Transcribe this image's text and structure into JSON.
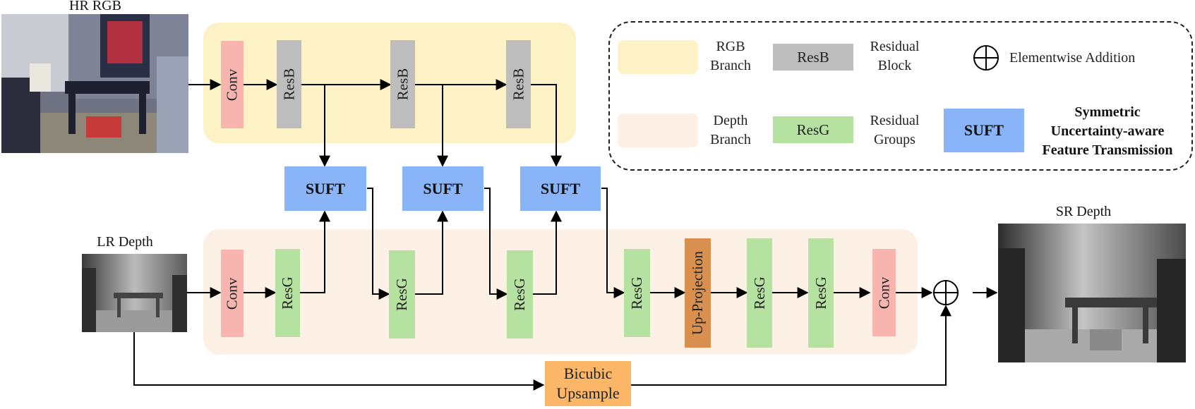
{
  "labels": {
    "hr_rgb": "HR RGB",
    "lr_depth": "LR Depth",
    "sr_depth": "SR Depth"
  },
  "blocks": {
    "conv": "Conv",
    "resb": "ResB",
    "resg": "ResG",
    "suft": "SUFT",
    "up_projection": "Up-Projection",
    "bicubic_line1": "Bicubic",
    "bicubic_line2": "Upsample"
  },
  "legend": {
    "rgb_branch": [
      "RGB",
      "Branch"
    ],
    "depth_branch": [
      "Depth",
      "Branch"
    ],
    "resb_swatch": "ResB",
    "resb_desc": [
      "Residual",
      "Block"
    ],
    "resg_swatch": "ResG",
    "resg_desc": [
      "Residual",
      "Groups"
    ],
    "addition_desc": "Elementwise Addition",
    "suft_swatch": "SUFT",
    "suft_desc": [
      "Symmetric",
      "Uncertainty-aware",
      "Feature Transmission"
    ]
  },
  "colors": {
    "rgb_branch": "#fdf1c6",
    "depth_branch": "#fdf0e4",
    "conv": "#f8b5b0",
    "resb": "#bdbdbd",
    "resg": "#b6e2a1",
    "suft": "#8ab4f8",
    "up_projection": "#d9904f",
    "bicubic": "#fbb668"
  }
}
